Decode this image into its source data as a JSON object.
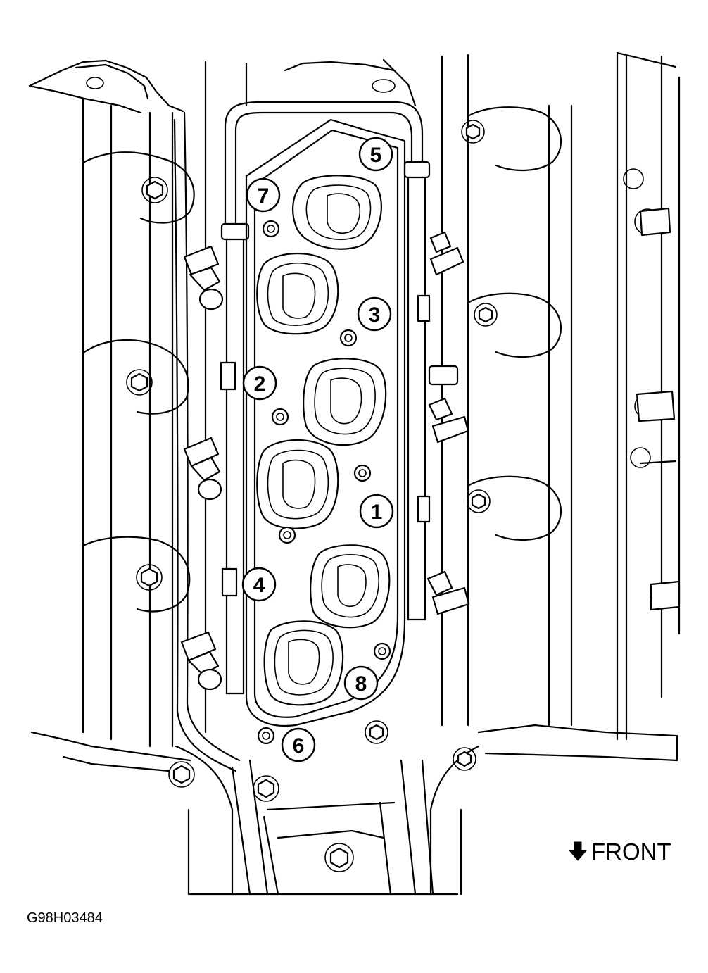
{
  "figure_id": "G98H03484",
  "direction_label": "FRONT",
  "callouts": [
    {
      "label": "5"
    },
    {
      "label": "7"
    },
    {
      "label": "3"
    },
    {
      "label": "2"
    },
    {
      "label": "1"
    },
    {
      "label": "4"
    },
    {
      "label": "8"
    },
    {
      "label": "6"
    }
  ],
  "icons": {
    "direction_arrow": "arrow-down-icon",
    "bolt": "hex-bolt-icon",
    "injector_connector": "connector-icon"
  },
  "colors": {
    "line": "#000000",
    "background": "#ffffff"
  }
}
